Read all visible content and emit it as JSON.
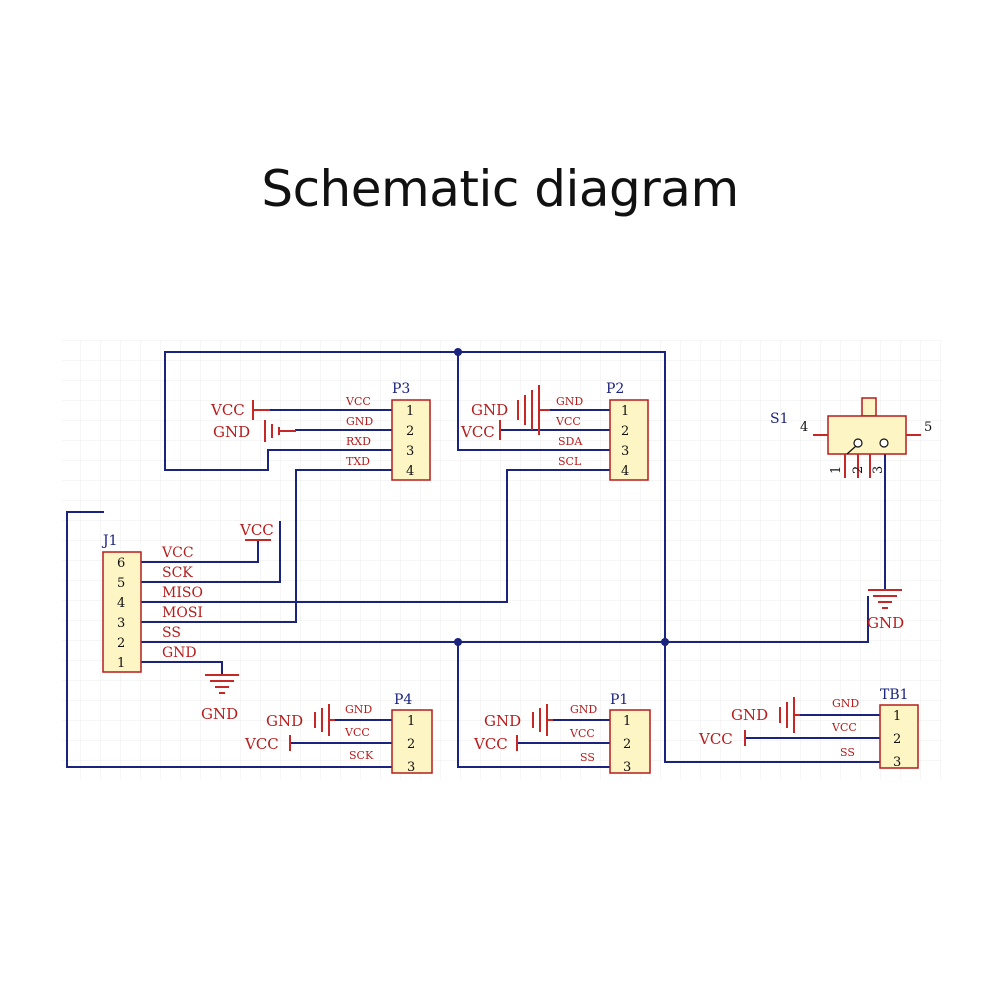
{
  "title": "Schematic diagram",
  "colors": {
    "wire": "#1a237e",
    "label": "#b71c1c",
    "designator": "#1a237e",
    "connector_fill": "#fdf5c4"
  },
  "connectors": {
    "P3": {
      "designator": "P3",
      "pins": [
        "1",
        "2",
        "3",
        "4"
      ],
      "nets": [
        "VCC",
        "GND",
        "RXD",
        "TXD"
      ]
    },
    "P2": {
      "designator": "P2",
      "pins": [
        "1",
        "2",
        "3",
        "4"
      ],
      "nets": [
        "GND",
        "VCC",
        "SDA",
        "SCL"
      ]
    },
    "J1": {
      "designator": "J1",
      "pins": [
        "6",
        "5",
        "4",
        "3",
        "2",
        "1"
      ],
      "nets": [
        "VCC",
        "SCK",
        "MISO",
        "MOSI",
        "SS",
        "GND"
      ]
    },
    "P4": {
      "designator": "P4",
      "pins": [
        "1",
        "2",
        "3"
      ],
      "nets": [
        "GND",
        "VCC",
        "SCK"
      ]
    },
    "P1": {
      "designator": "P1",
      "pins": [
        "1",
        "2",
        "3"
      ],
      "nets": [
        "GND",
        "VCC",
        "SS"
      ]
    },
    "TB1": {
      "designator": "TB1",
      "pins": [
        "1",
        "2",
        "3"
      ],
      "nets": [
        "GND",
        "VCC",
        "SS"
      ]
    }
  },
  "switch": {
    "designator": "S1",
    "pins": [
      "1",
      "2",
      "3",
      "4",
      "5"
    ]
  },
  "power_labels": {
    "vcc": "VCC",
    "gnd": "GND"
  }
}
